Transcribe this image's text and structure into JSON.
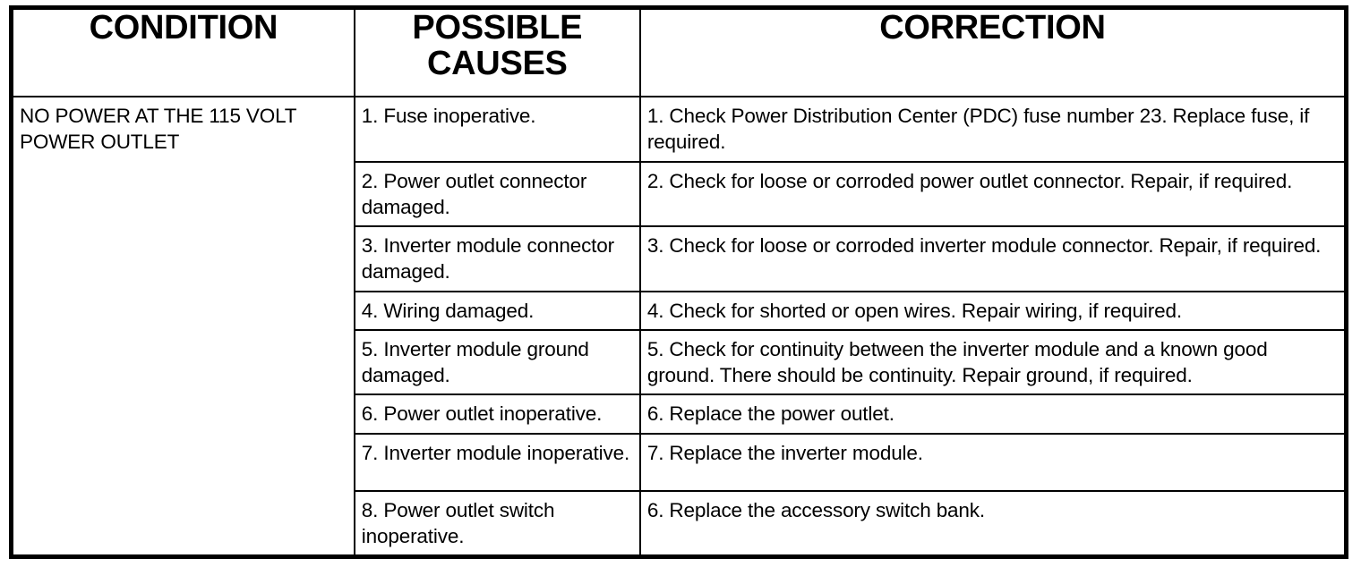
{
  "table": {
    "headers": [
      {
        "label": "CONDITION"
      },
      {
        "label": "POSSIBLE CAUSES"
      },
      {
        "label": "CORRECTION"
      }
    ],
    "condition": "NO POWER AT THE 115 VOLT POWER OUTLET",
    "rows": [
      {
        "cause": "1. Fuse inoperative.",
        "correction": "1. Check Power Distribution Center (PDC) fuse number 23. Replace fuse, if required."
      },
      {
        "cause": "2. Power outlet connector damaged.",
        "correction": "2. Check for loose or corroded power outlet connector. Repair, if required."
      },
      {
        "cause": "3. Inverter module connector damaged.",
        "correction": "3. Check for loose or corroded inverter module connector. Repair, if required."
      },
      {
        "cause": "4. Wiring damaged.",
        "correction": "4. Check for shorted or open wires. Repair wiring, if required."
      },
      {
        "cause": "5. Inverter module ground damaged.",
        "correction": "5. Check for continuity between the inverter module and a known good ground. There should be continuity. Repair ground, if required."
      },
      {
        "cause": "6. Power outlet inoperative.",
        "correction": "6. Replace the power outlet."
      },
      {
        "cause": "7. Inverter module inoperative.",
        "correction": "7. Replace the inverter module."
      },
      {
        "cause": "8. Power outlet switch inoperative.",
        "correction": "6. Replace the accessory switch bank."
      }
    ]
  },
  "colors": {
    "border": "#000000",
    "text": "#000000",
    "background": "#ffffff"
  }
}
